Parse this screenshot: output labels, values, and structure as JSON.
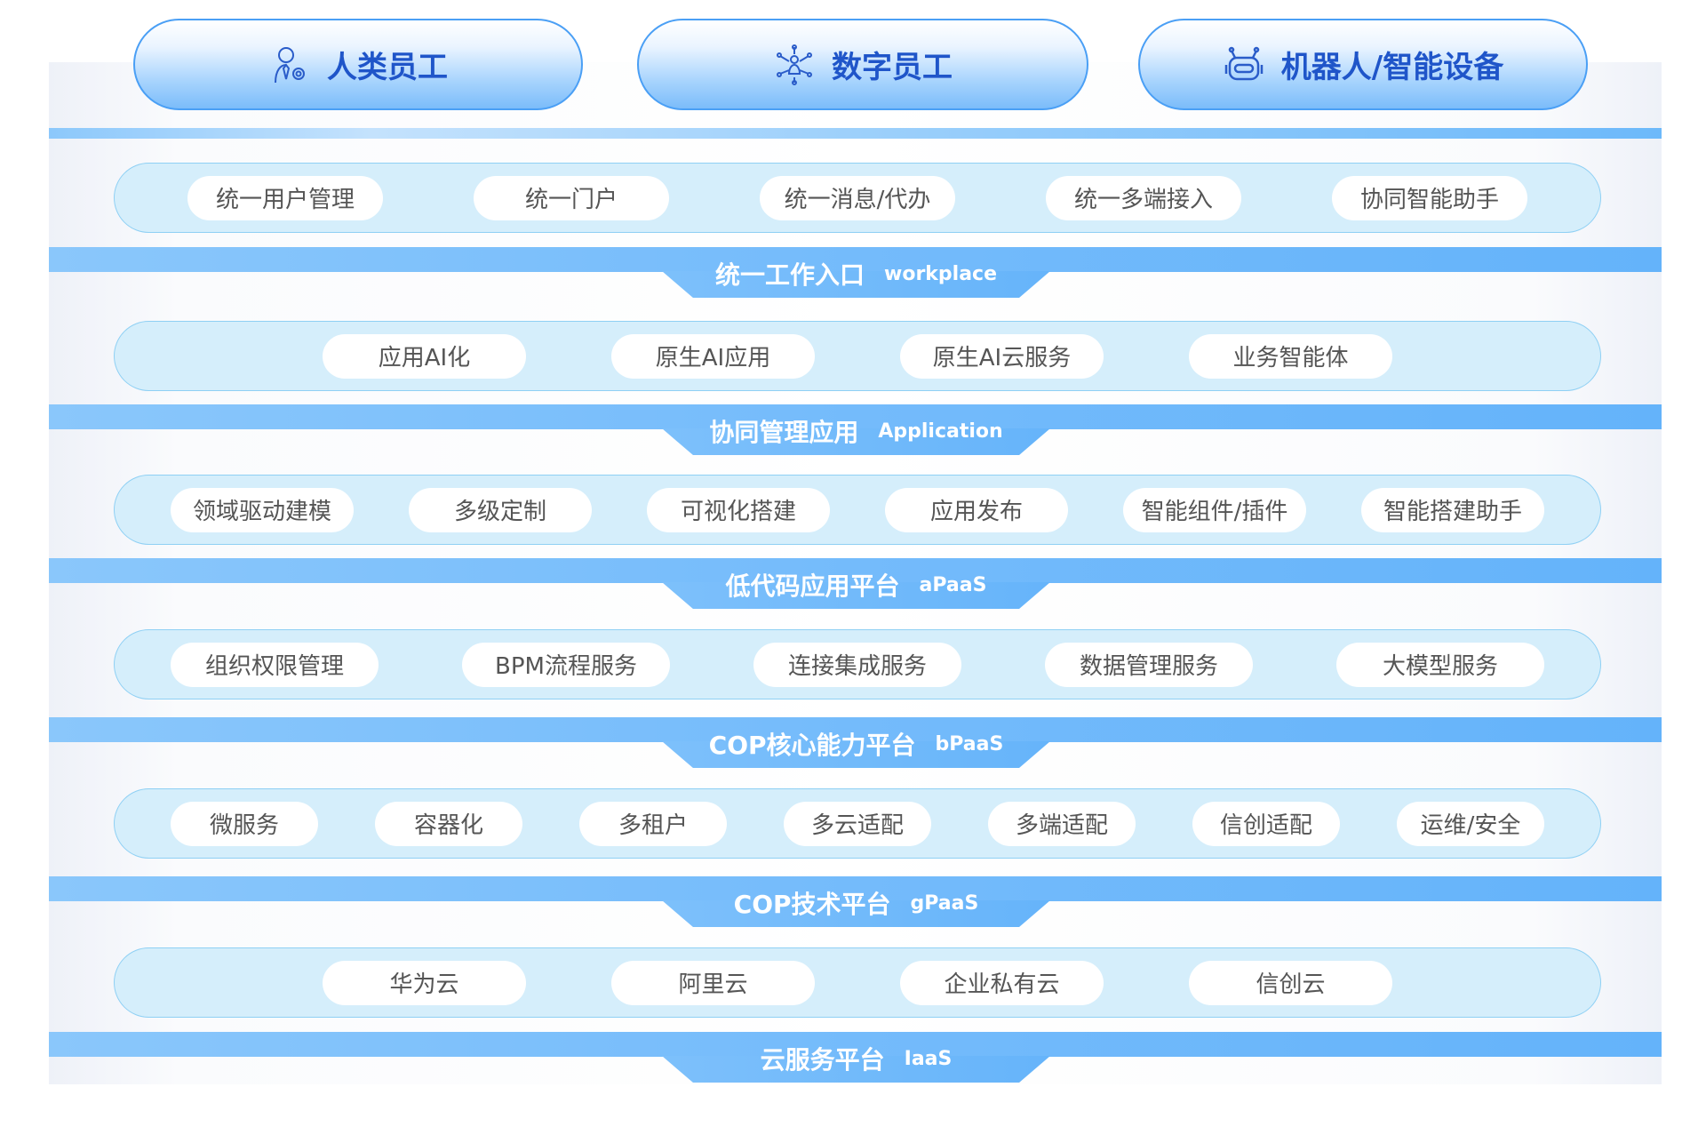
{
  "roles": [
    {
      "label": "人类员工",
      "icon": "human-employee-icon"
    },
    {
      "label": "数字员工",
      "icon": "digital-employee-icon"
    },
    {
      "label": "机器人/智能设备",
      "icon": "robot-icon"
    }
  ],
  "layers": [
    {
      "title": "统一工作入口",
      "subtitle": "workplace",
      "items": [
        "统一用户管理",
        "统一门户",
        "统一消息/代办",
        "统一多端接入",
        "协同智能助手"
      ]
    },
    {
      "title": "协同管理应用",
      "subtitle": "Application",
      "items": [
        "应用AI化",
        "原生AI应用",
        "原生AI云服务",
        "业务智能体"
      ]
    },
    {
      "title": "低代码应用平台",
      "subtitle": "aPaaS",
      "items": [
        "领域驱动建模",
        "多级定制",
        "可视化搭建",
        "应用发布",
        "智能组件/插件",
        "智能搭建助手"
      ]
    },
    {
      "title": "COP核心能力平台",
      "subtitle": "bPaaS",
      "items": [
        "组织权限管理",
        "BPM流程服务",
        "连接集成服务",
        "数据管理服务",
        "大模型服务"
      ]
    },
    {
      "title": "COP技术平台",
      "subtitle": "gPaaS",
      "items": [
        "微服务",
        "容器化",
        "多租户",
        "多云适配",
        "多端适配",
        "信创适配",
        "运维/安全"
      ]
    },
    {
      "title": "云服务平台",
      "subtitle": "IaaS",
      "items": [
        "华为云",
        "阿里云",
        "企业私有云",
        "信创云"
      ]
    }
  ]
}
